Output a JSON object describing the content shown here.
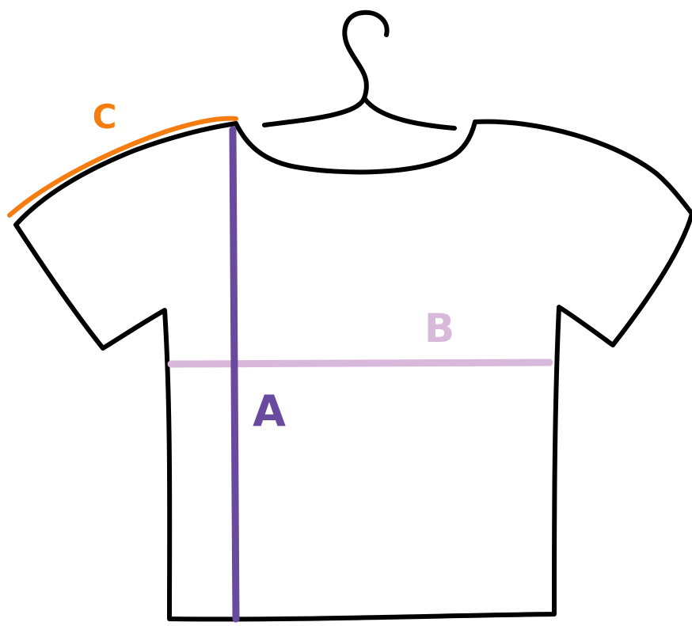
{
  "diagram": {
    "labels": {
      "a": "A",
      "b": "B",
      "c": "C"
    },
    "colors": {
      "outline": "#000000",
      "measure_a": "#6a4a9e",
      "measure_b": "#d8b9dc",
      "measure_c": "#f57c0e"
    }
  }
}
